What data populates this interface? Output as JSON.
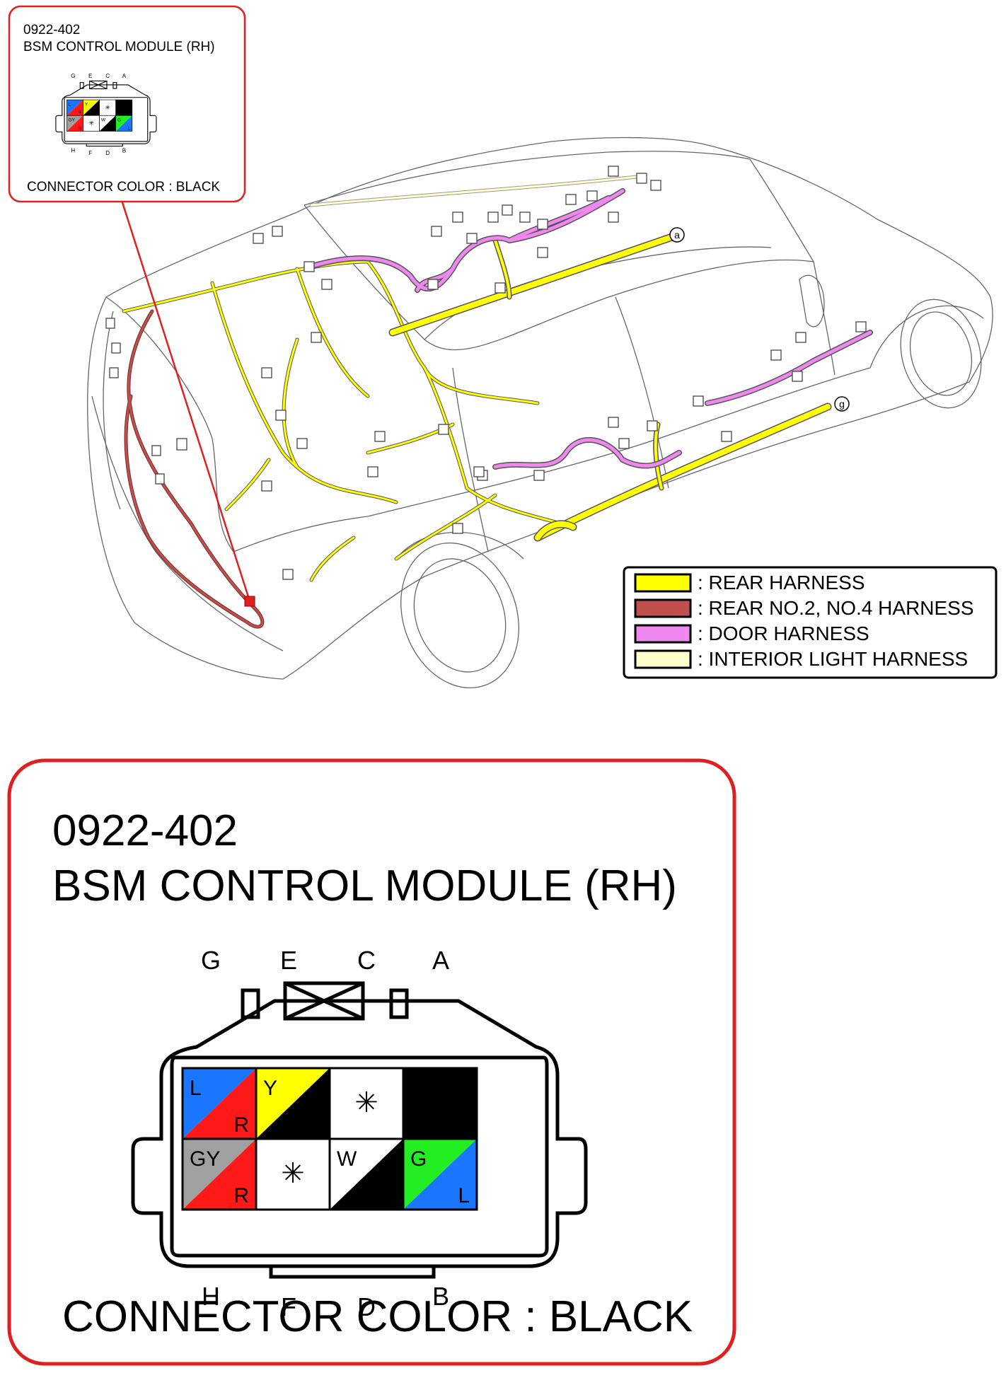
{
  "small_callout": {
    "code": "0922-402",
    "name": "BSM CONTROL MODULE (RH)",
    "connector_color": "CONNECTOR COLOR : BLACK"
  },
  "large_callout": {
    "code": "0922-402",
    "name": "BSM CONTROL MODULE (RH)",
    "connector_color": "CONNECTOR COLOR : BLACK"
  },
  "connector": {
    "top_labels": [
      "G",
      "E",
      "C",
      "A"
    ],
    "bottom_labels": [
      "H",
      "F",
      "D",
      "B"
    ],
    "pins": [
      {
        "pin": "G",
        "codes": [
          "L",
          "R"
        ],
        "colors": [
          "#1a75ff",
          "#ff1a1a"
        ]
      },
      {
        "pin": "E",
        "codes": [
          "Y",
          "B"
        ],
        "colors": [
          "#ffff00",
          "#000000"
        ]
      },
      {
        "pin": "C",
        "codes": [
          "✳"
        ],
        "colors": [
          "#ffffff"
        ]
      },
      {
        "pin": "A",
        "codes": [
          "B"
        ],
        "colors": [
          "#000000"
        ]
      },
      {
        "pin": "H",
        "codes": [
          "GY",
          "R"
        ],
        "colors": [
          "#a0a0a0",
          "#ff1a1a"
        ]
      },
      {
        "pin": "F",
        "codes": [
          "✳"
        ],
        "colors": [
          "#ffffff"
        ]
      },
      {
        "pin": "D",
        "codes": [
          "W",
          "B"
        ],
        "colors": [
          "#ffffff",
          "#000000"
        ]
      },
      {
        "pin": "B",
        "codes": [
          "G",
          "L"
        ],
        "colors": [
          "#22ee22",
          "#1a75ff"
        ]
      }
    ]
  },
  "markers": {
    "a": "a",
    "g": "g"
  },
  "legend": [
    {
      "label": ": REAR HARNESS",
      "color": "#ffff00"
    },
    {
      "label": ": REAR NO.2, NO.4 HARNESS",
      "color": "#c0504d"
    },
    {
      "label": ": DOOR HARNESS",
      "color": "#ee88ee"
    },
    {
      "label": ": INTERIOR LIGHT HARNESS",
      "color": "#ffffcc"
    }
  ],
  "colors": {
    "callout_border": "#e02020",
    "leader_line": "#e02020"
  }
}
